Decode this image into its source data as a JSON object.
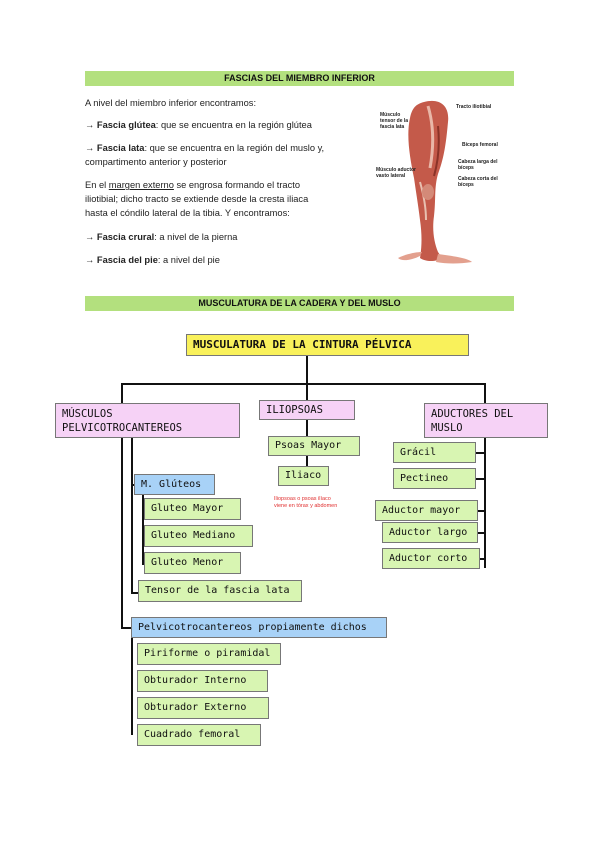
{
  "header1": "FASCIAS DEL MIEMBRO INFERIOR",
  "intro": "A nivel del miembro inferior encontramos:",
  "fascia_glutea": {
    "term": "Fascia glútea",
    "text": ": que se encuentra en la región glútea"
  },
  "fascia_lata": {
    "term": "Fascia lata",
    "text": ": que se encuentra en la región del muslo y,",
    "text2": "compartimento anterior y posterior"
  },
  "margen": {
    "pre": "En el ",
    "underlined": "margen externo",
    "post": " se engrosa formando el tracto",
    "line2": "iliotibial; dicho tracto se extiende desde la cresta iliaca",
    "line3": "hasta el cóndilo lateral de la tibia. Y encontramos:"
  },
  "fascia_crural": {
    "term": "Fascia crural",
    "text": ": a nivel de la pierna"
  },
  "fascia_pie": {
    "term": "Fascia del pie",
    "text": ": a nivel del pie"
  },
  "arrow": "→",
  "image_labels": {
    "l1": "Músculo tensor de la fascia lata",
    "l2": "Tracto iliotibial",
    "l3": "Bíceps femoral",
    "l4": "Músculo aductor vasto lateral",
    "l5": "Cabeza larga del bíceps",
    "l6": "Cabeza corta del bíceps"
  },
  "header2": "MUSCULATURA DE LA CADERA Y DEL MUSLO",
  "diagram": {
    "root": "MUSCULATURA DE LA CINTURA PÉLVICA",
    "pelvi": "MÚSCULOS PELVICOTROCANTEREOS",
    "ilio": "ILIOPSOAS",
    "aductores": "ADUCTORES DEL MUSLO",
    "gluteos": "M. Glúteos",
    "gluteo_mayor": "Gluteo Mayor",
    "gluteo_mediano": "Gluteo Mediano",
    "gluteo_menor": "Gluteo Menor",
    "tensor": "Tensor de la fascia lata",
    "pelvi_prop": "Pelvicotrocantereos propiamente dichos",
    "piriforme": "Piriforme o piramidal",
    "obt_int": "Obturador Interno",
    "obt_ext": "Obturador Externo",
    "cuadrado": "Cuadrado femoral",
    "psoas": "Psoas Mayor",
    "iliaco": "Iliaco",
    "ilio_note1": "Iliopsoas o psoas ilíaco",
    "ilio_note2": "viene en tórax y abdomen",
    "gracil": "Grácil",
    "pectineo": "Pectineo",
    "aduc_mayor": "Aductor mayor",
    "aduc_largo": "Aductor largo",
    "aduc_corto": "Aductor corto"
  }
}
